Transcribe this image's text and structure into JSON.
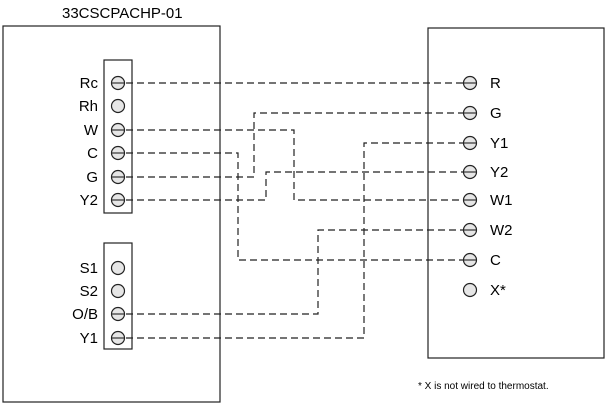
{
  "title": "33CSCPACHP-01",
  "left_block_top": [
    "Rc",
    "Rh",
    "W",
    "C",
    "G",
    "Y2"
  ],
  "left_block_bottom": [
    "S1",
    "S2",
    "O/B",
    "Y1"
  ],
  "right_terminals": [
    "R",
    "G",
    "Y1",
    "Y2",
    "W1",
    "W2",
    "C",
    "X*"
  ],
  "footnote": "* X is not wired to thermostat.",
  "connections": [
    {
      "from": "Rc",
      "to": "R"
    },
    {
      "from": "W",
      "to": "W1"
    },
    {
      "from": "C",
      "to": "C"
    },
    {
      "from": "G",
      "to": "G"
    },
    {
      "from": "Y2",
      "to": "Y2"
    },
    {
      "from": "O/B",
      "to": "W2"
    },
    {
      "from": "Y1",
      "to": "Y1"
    }
  ]
}
